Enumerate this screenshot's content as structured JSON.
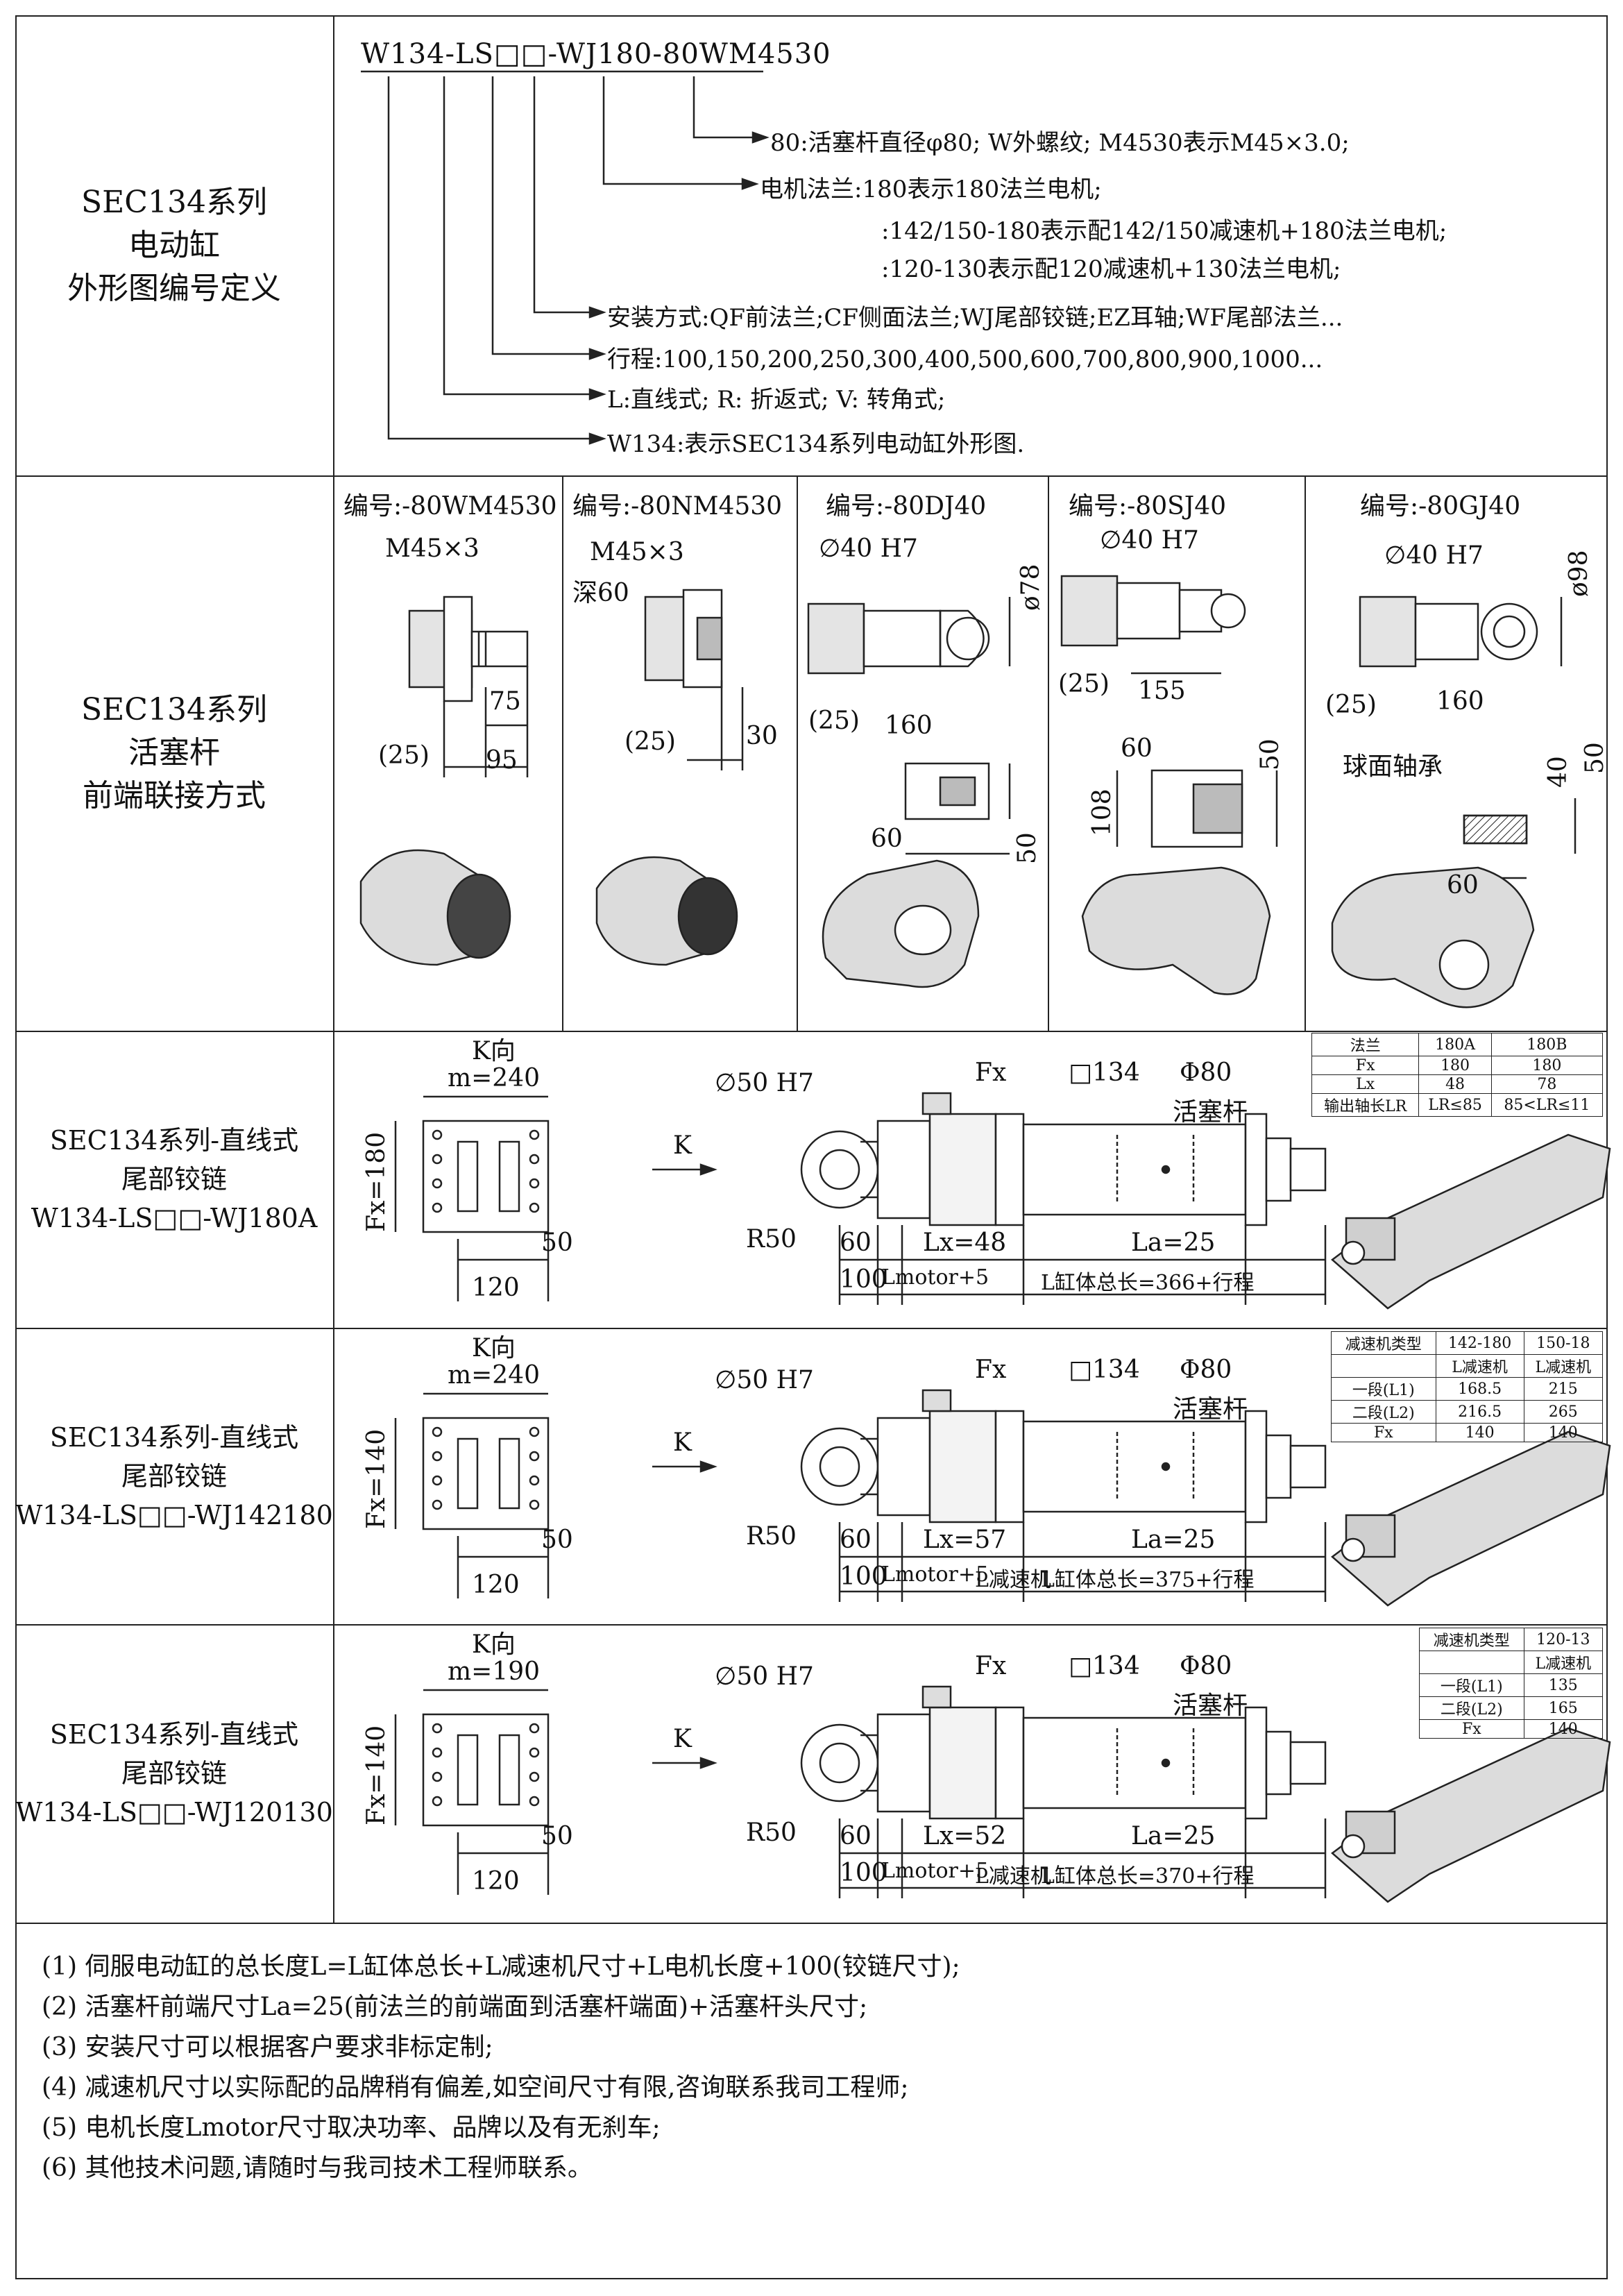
{
  "colors": {
    "line": "#222222",
    "background": "#ffffff",
    "metal": "#cfcfcf",
    "dark": "#555555"
  },
  "section1": {
    "label_lines": [
      "SEC134系列",
      "电动缸",
      "外形图编号定义"
    ],
    "code": "W134-LS□□-WJ180-80WM4530",
    "definitions": [
      "80:活塞杆直径φ80; W外螺纹; M4530表示M45×3.0;",
      "电机法兰:180表示180法兰电机;",
      ":142/150-180表示配142/150减速机+180法兰电机;",
      ":120-130表示配120减速机+130法兰电机;",
      "安装方式:QF前法兰;CF侧面法兰;WJ尾部铰链;EZ耳轴;WF尾部法兰...",
      "行程:100,150,200,250,300,400,500,600,700,800,900,1000...",
      "L:直线式;  R: 折返式;  V: 转角式;",
      "W134:表示SEC134系列电动缸外形图."
    ]
  },
  "section2": {
    "label_lines": [
      "SEC134系列",
      "活塞杆",
      "前端联接方式"
    ],
    "columns": [
      {
        "title": "编号:-80WM4530",
        "dims": [
          "M45×3",
          "75",
          "(25)",
          "95"
        ]
      },
      {
        "title": "编号:-80NM4530",
        "dims": [
          "M45×3",
          "深60",
          "(25)",
          "30"
        ]
      },
      {
        "title": "编号:-80DJ40",
        "dims": [
          "∅40 H7",
          "ø78",
          "(25)",
          "160",
          "60",
          "50"
        ]
      },
      {
        "title": "编号:-80SJ40",
        "dims": [
          "∅40 H7",
          "(25)",
          "155",
          "60",
          "50",
          "108"
        ]
      },
      {
        "title": "编号:-80GJ40",
        "dims": [
          "∅40 H7",
          "ø98",
          "(25)",
          "160",
          "球面轴承",
          "40",
          "50",
          "60"
        ]
      }
    ]
  },
  "section3": {
    "label_lines": [
      "SEC134系列-直线式",
      "尾部铰链",
      "W134-LS□□-WJ180A"
    ],
    "kview": {
      "title": "K向",
      "width": "m=240",
      "height": "Fx=180",
      "d50": "50",
      "d120": "120"
    },
    "dims": {
      "k": "K",
      "bore": "∅50 H7",
      "r": "R50",
      "fx": "Fx",
      "sq": "□134",
      "phi": "Φ80",
      "rod": "活塞杆",
      "d60": "60",
      "lx": "Lx=48",
      "la": "La=25",
      "d100": "100",
      "lm": "Lmotor+5",
      "lt": "L缸体总长=366+行程"
    },
    "table": [
      [
        "法兰",
        "180A",
        "180B"
      ],
      [
        "Fx",
        "180",
        "180"
      ],
      [
        "Lx",
        "48",
        "78"
      ],
      [
        "输出轴长LR",
        "LR≤85",
        "85<LR≤11"
      ]
    ]
  },
  "section4": {
    "label_lines": [
      "SEC134系列-直线式",
      "尾部铰链",
      "W134-LS□□-WJ142180"
    ],
    "kview": {
      "title": "K向",
      "width": "m=240",
      "height": "Fx=140",
      "d50": "50",
      "d120": "120"
    },
    "dims": {
      "k": "K",
      "bore": "∅50 H7",
      "r": "R50",
      "fx": "Fx",
      "sq": "□134",
      "phi": "Φ80",
      "rod": "活塞杆",
      "d60": "60",
      "lx": "Lx=57",
      "la": "La=25",
      "d100": "100",
      "lm": "Lmotor+5",
      "lr": "L减速机",
      "lt": "L缸体总长=375+行程"
    },
    "table": [
      [
        "减速机类型",
        "142-180",
        "150-18"
      ],
      [
        "",
        "L减速机",
        "L减速机"
      ],
      [
        "一段(L1)",
        "168.5",
        "215"
      ],
      [
        "二段(L2)",
        "216.5",
        "265"
      ],
      [
        "Fx",
        "140",
        "140"
      ]
    ]
  },
  "section5": {
    "label_lines": [
      "SEC134系列-直线式",
      "尾部铰链",
      "W134-LS□□-WJ120130"
    ],
    "kview": {
      "title": "K向",
      "width": "m=190",
      "height": "Fx=140",
      "d50": "50",
      "d120": "120"
    },
    "dims": {
      "k": "K",
      "bore": "∅50 H7",
      "r": "R50",
      "fx": "Fx",
      "sq": "□134",
      "phi": "Φ80",
      "rod": "活塞杆",
      "d60": "60",
      "lx": "Lx=52",
      "la": "La=25",
      "d100": "100",
      "lm": "Lmotor+5",
      "lr": "L减速机",
      "lt": "L缸体总长=370+行程"
    },
    "table": [
      [
        "减速机类型",
        "120-13"
      ],
      [
        "",
        "L减速机"
      ],
      [
        "一段(L1)",
        "135"
      ],
      [
        "二段(L2)",
        "165"
      ],
      [
        "Fx",
        "140"
      ]
    ]
  },
  "notes": [
    "(1) 伺服电动缸的总长度L=L缸体总长+L减速机尺寸+L电机长度+100(铰链尺寸);",
    "(2) 活塞杆前端尺寸La=25(前法兰的前端面到活塞杆端面)+活塞杆头尺寸;",
    "(3) 安装尺寸可以根据客户要求非标定制;",
    "(4) 减速机尺寸以实际配的品牌稍有偏差,如空间尺寸有限,咨询联系我司工程师;",
    "(5) 电机长度Lmotor尺寸取决功率、品牌以及有无刹车;",
    "(6) 其他技术问题,请随时与我司技术工程师联系。"
  ]
}
